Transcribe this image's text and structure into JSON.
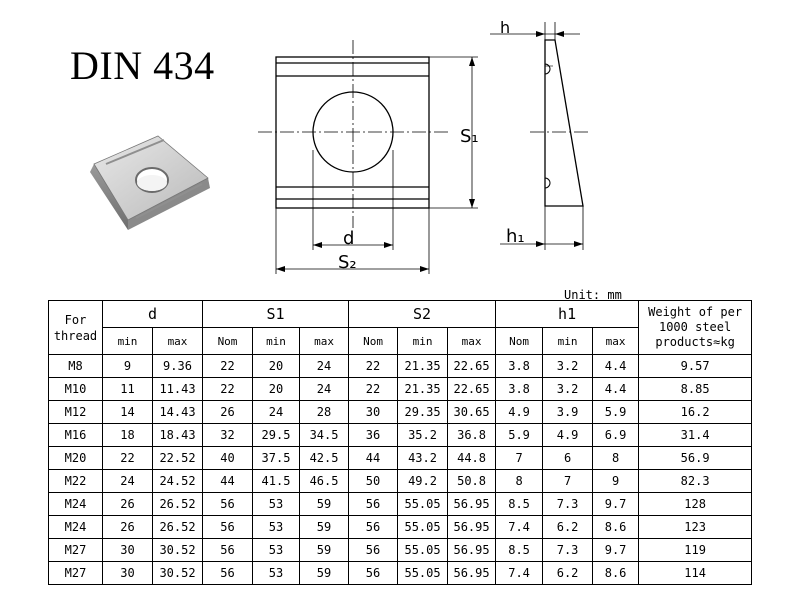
{
  "title": "DIN 434",
  "drawing": {
    "label_h": "h",
    "label_s1": "S₁",
    "label_d": "d",
    "label_s2": "S₂",
    "label_h1": "h₁"
  },
  "table": {
    "unit": "Unit: mm",
    "header": {
      "thread_line1": "For",
      "thread_line2": "thread",
      "d": "d",
      "s1": "S1",
      "s2": "S2",
      "h1": "h1",
      "weight_line1": "Weight of per",
      "weight_line2": "1000 steel",
      "weight_line3": "products≈kg",
      "min": "min",
      "max": "max",
      "nom": "Nom"
    },
    "rows": [
      {
        "thread": "M8",
        "d_min": "9",
        "d_max": "9.36",
        "s1_nom": "22",
        "s1_min": "20",
        "s1_max": "24",
        "s2_nom": "22",
        "s2_min": "21.35",
        "s2_max": "22.65",
        "h1_nom": "3.8",
        "h1_min": "3.2",
        "h1_max": "4.4",
        "weight": "9.57"
      },
      {
        "thread": "M10",
        "d_min": "11",
        "d_max": "11.43",
        "s1_nom": "22",
        "s1_min": "20",
        "s1_max": "24",
        "s2_nom": "22",
        "s2_min": "21.35",
        "s2_max": "22.65",
        "h1_nom": "3.8",
        "h1_min": "3.2",
        "h1_max": "4.4",
        "weight": "8.85"
      },
      {
        "thread": "M12",
        "d_min": "14",
        "d_max": "14.43",
        "s1_nom": "26",
        "s1_min": "24",
        "s1_max": "28",
        "s2_nom": "30",
        "s2_min": "29.35",
        "s2_max": "30.65",
        "h1_nom": "4.9",
        "h1_min": "3.9",
        "h1_max": "5.9",
        "weight": "16.2"
      },
      {
        "thread": "M16",
        "d_min": "18",
        "d_max": "18.43",
        "s1_nom": "32",
        "s1_min": "29.5",
        "s1_max": "34.5",
        "s2_nom": "36",
        "s2_min": "35.2",
        "s2_max": "36.8",
        "h1_nom": "5.9",
        "h1_min": "4.9",
        "h1_max": "6.9",
        "weight": "31.4"
      },
      {
        "thread": "M20",
        "d_min": "22",
        "d_max": "22.52",
        "s1_nom": "40",
        "s1_min": "37.5",
        "s1_max": "42.5",
        "s2_nom": "44",
        "s2_min": "43.2",
        "s2_max": "44.8",
        "h1_nom": "7",
        "h1_min": "6",
        "h1_max": "8",
        "weight": "56.9"
      },
      {
        "thread": "M22",
        "d_min": "24",
        "d_max": "24.52",
        "s1_nom": "44",
        "s1_min": "41.5",
        "s1_max": "46.5",
        "s2_nom": "50",
        "s2_min": "49.2",
        "s2_max": "50.8",
        "h1_nom": "8",
        "h1_min": "7",
        "h1_max": "9",
        "weight": "82.3"
      },
      {
        "thread": "M24",
        "d_min": "26",
        "d_max": "26.52",
        "s1_nom": "56",
        "s1_min": "53",
        "s1_max": "59",
        "s2_nom": "56",
        "s2_min": "55.05",
        "s2_max": "56.95",
        "h1_nom": "8.5",
        "h1_min": "7.3",
        "h1_max": "9.7",
        "weight": "128"
      },
      {
        "thread": "M24",
        "d_min": "26",
        "d_max": "26.52",
        "s1_nom": "56",
        "s1_min": "53",
        "s1_max": "59",
        "s2_nom": "56",
        "s2_min": "55.05",
        "s2_max": "56.95",
        "h1_nom": "7.4",
        "h1_min": "6.2",
        "h1_max": "8.6",
        "weight": "123"
      },
      {
        "thread": "M27",
        "d_min": "30",
        "d_max": "30.52",
        "s1_nom": "56",
        "s1_min": "53",
        "s1_max": "59",
        "s2_nom": "56",
        "s2_min": "55.05",
        "s2_max": "56.95",
        "h1_nom": "8.5",
        "h1_min": "7.3",
        "h1_max": "9.7",
        "weight": "119"
      },
      {
        "thread": "M27",
        "d_min": "30",
        "d_max": "30.52",
        "s1_nom": "56",
        "s1_min": "53",
        "s1_max": "59",
        "s2_nom": "56",
        "s2_min": "55.05",
        "s2_max": "56.95",
        "h1_nom": "7.4",
        "h1_min": "6.2",
        "h1_max": "8.6",
        "weight": "114"
      }
    ]
  }
}
